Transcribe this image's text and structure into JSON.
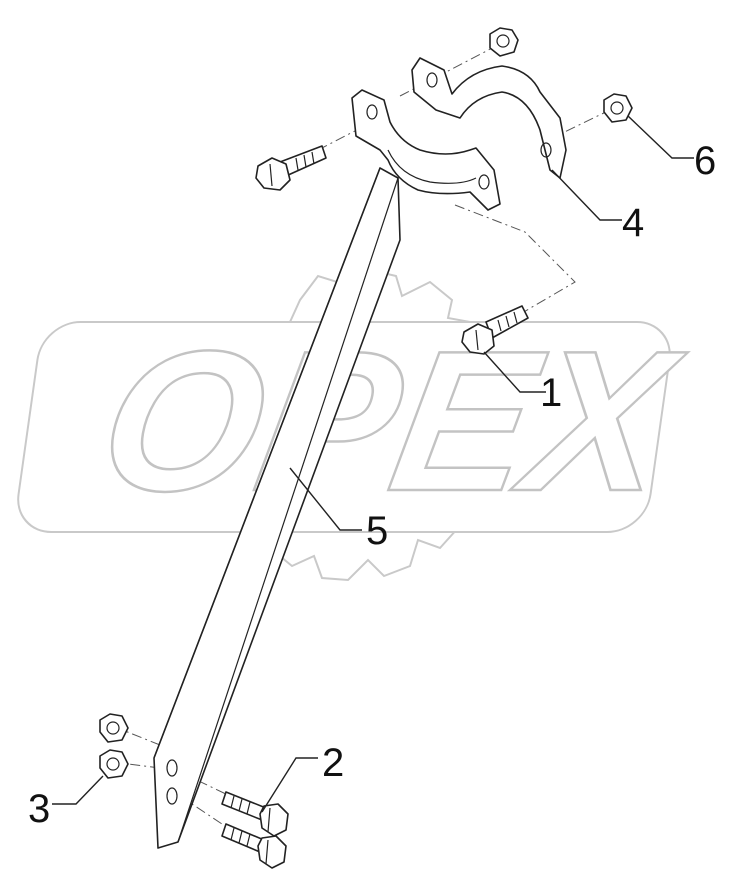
{
  "watermark": {
    "text": "OPEX"
  },
  "callouts": [
    {
      "id": "1",
      "label": "1"
    },
    {
      "id": "2",
      "label": "2"
    },
    {
      "id": "3",
      "label": "3"
    },
    {
      "id": "4",
      "label": "4"
    },
    {
      "id": "5",
      "label": "5"
    },
    {
      "id": "6",
      "label": "6"
    }
  ],
  "colors": {
    "line": "#222222",
    "watermark": "#c3c3c3",
    "background": "#ffffff"
  }
}
